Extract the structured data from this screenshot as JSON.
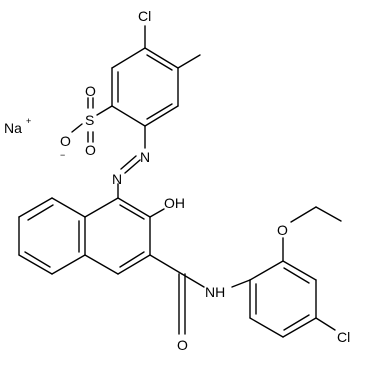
{
  "structure": {
    "labels": {
      "cl_top": "Cl",
      "na": "Na",
      "na_charge": "+",
      "o_upper": "O",
      "s": "S",
      "o_left": "O",
      "o_left_charge": "−",
      "o_lower": "O",
      "n_upper": "N",
      "n_lower": "N",
      "oh": "OH",
      "o_ether": "O",
      "nh": "NH",
      "o_amide": "O",
      "cl_bottom": "Cl"
    }
  }
}
